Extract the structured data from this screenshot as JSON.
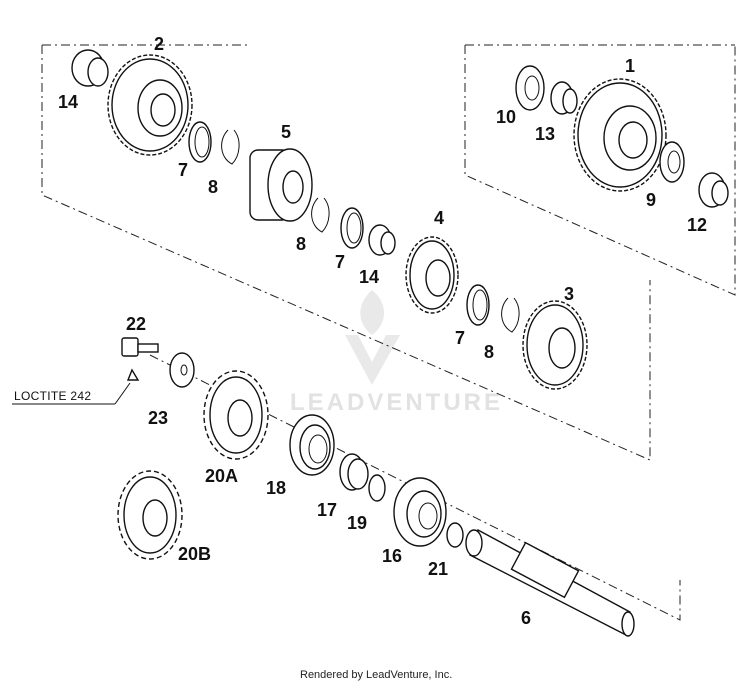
{
  "diagram": {
    "part_labels": [
      "1",
      "2",
      "3",
      "4",
      "5",
      "6",
      "7",
      "7",
      "7",
      "8",
      "8",
      "8",
      "9",
      "10",
      "12",
      "13",
      "14",
      "14",
      "16",
      "17",
      "18",
      "19",
      "20A",
      "20B",
      "21",
      "22",
      "23"
    ],
    "callouts": {
      "loctite": "LOCTITE 242"
    },
    "watermark": "LEADVENTURE",
    "footer": "Rendered by LeadVenture, Inc."
  }
}
